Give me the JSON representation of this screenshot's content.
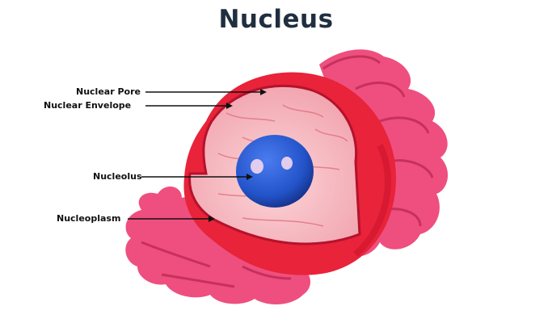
{
  "title": "Nucleus",
  "labels": {
    "pore": "Nuclear Pore",
    "envelope": "Nuclear Envelope",
    "nucleolus": "Nucleolus",
    "nucleoplasm": "Nucleoplasm"
  },
  "colors": {
    "title": "#1f2f3f",
    "label": "#111111",
    "er": "#ee4f7e",
    "er_dark": "#c8305c",
    "envelope": "#e8233a",
    "envelope_dark": "#c8102a",
    "nucleoplasm": "#f7b7be",
    "nucleoplasm_inner": "#fbd5d8",
    "nucleolus": "#2353c8",
    "nucleolus_dark": "#142f86"
  }
}
